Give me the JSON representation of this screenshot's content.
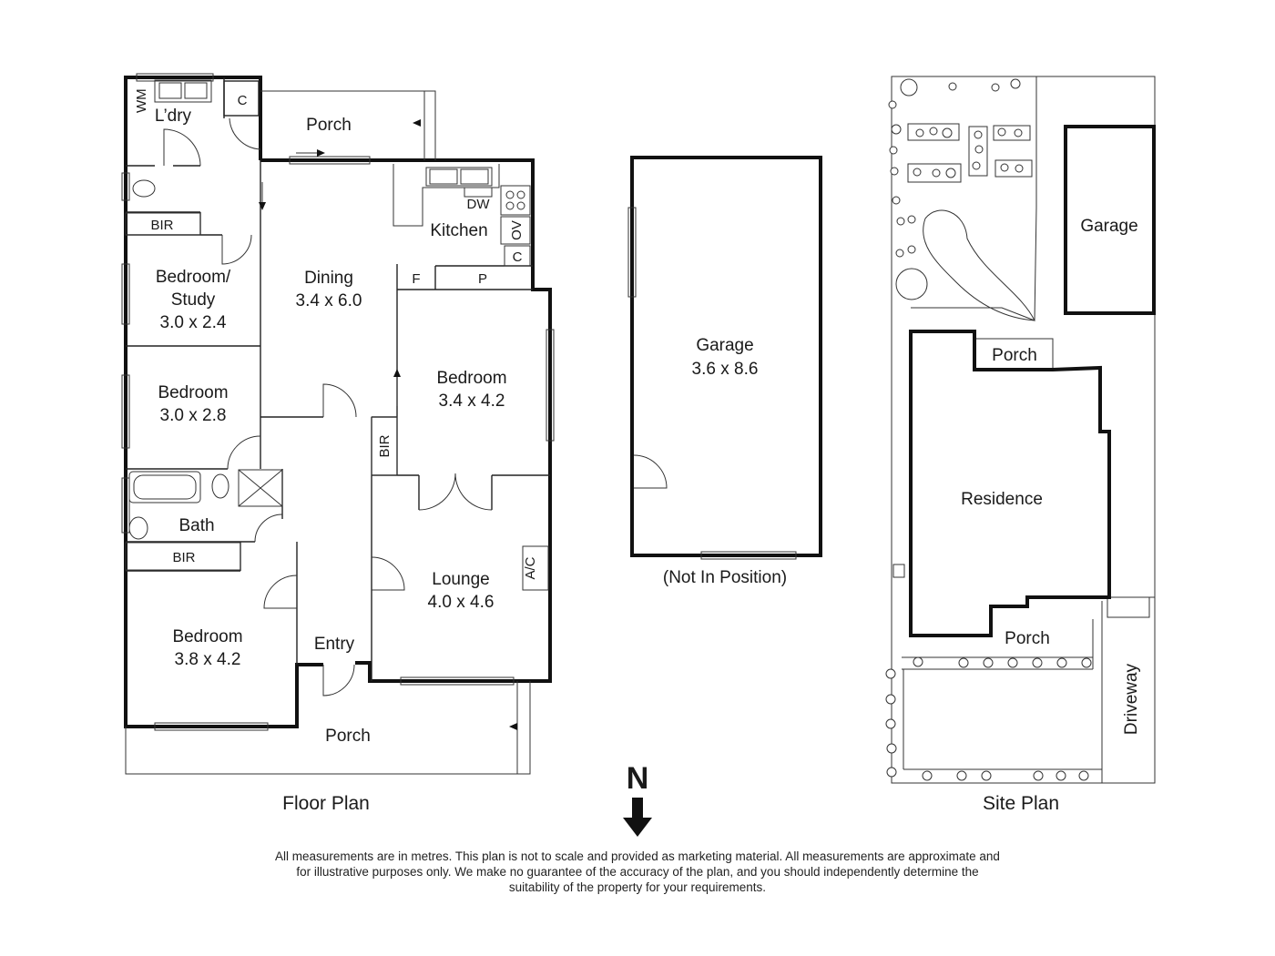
{
  "floor_plan": {
    "caption": "Floor Plan",
    "rooms": {
      "laundry": "L’dry",
      "wm": "WM",
      "laundry_cupboard": "C",
      "rear_porch": "Porch",
      "bir_top": "BIR",
      "bedroom_study_name_1": "Bedroom/",
      "bedroom_study_name_2": "Study",
      "bedroom_study_dims": "3.0 x 2.4",
      "bedroom2_name": "Bedroom",
      "bedroom2_dims": "3.0 x 2.8",
      "bath": "Bath",
      "bir_bath": "BIR",
      "main_bedroom_name": "Bedroom",
      "main_bedroom_dims": "3.8 x 4.2",
      "entry": "Entry",
      "front_porch": "Porch",
      "dining_name": "Dining",
      "dining_dims": "3.4 x 6.0",
      "kitchen": "Kitchen",
      "dw": "DW",
      "ov": "OV",
      "kitchen_cupboard": "C",
      "fridge": "F",
      "pantry": "P",
      "bedroom3_name": "Bedroom",
      "bedroom3_dims": "3.4 x 4.2",
      "bir_mid": "BIR",
      "lounge_name": "Lounge",
      "lounge_dims": "4.0 x 4.6",
      "ac": "A/C"
    }
  },
  "garage_plan": {
    "name": "Garage",
    "dims": "3.6 x 8.6",
    "note": "(Not In Position)"
  },
  "site_plan": {
    "caption": "Site Plan",
    "garage": "Garage",
    "residence": "Residence",
    "porch_top": "Porch",
    "porch_bottom": "Porch",
    "driveway": "Driveway"
  },
  "north": {
    "label": "N"
  },
  "disclaimer": "All measurements are in metres. This plan is not to scale and provided as marketing material. All measurements are approximate and for illustrative purposes only. We make no guarantee of the accuracy of the plan, and you should independently determine the suitability of the property for your requirements."
}
